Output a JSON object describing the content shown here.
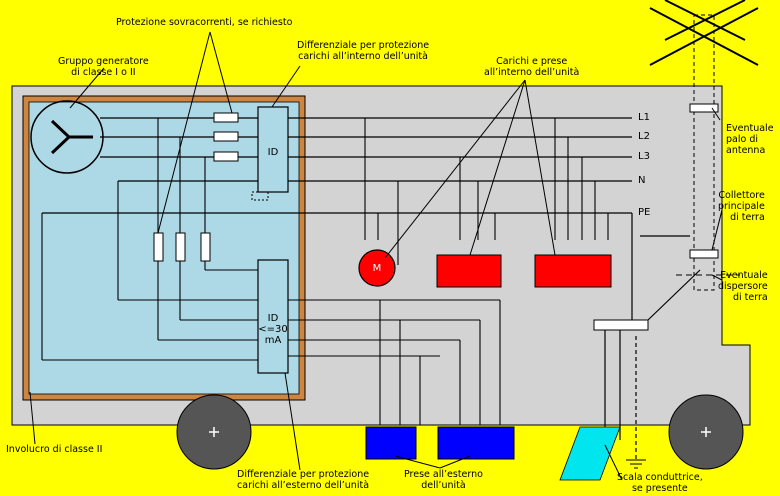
{
  "labels": {
    "overcurrent": "Protezione sovracorrenti, se richiesto",
    "generator": "Gruppo generatore\ndi classe I o II",
    "rcd_internal": "Differenziale per protezione\ncarichi all’interno dell’unità",
    "loads_internal": "Carichi e prese\nall’interno dell’unità",
    "antenna": "Eventuale\npalo di\nantenna",
    "earth_collector": "Collettore\nprincipale\ndi terra",
    "earth_electrode": "Eventuale\ndispersore\ndi terra",
    "enclosure": "Involucro di classe II",
    "rcd_external": "Differenziale per protezione\ncarichi all’esterno dell’unità",
    "sockets_external": "Prese all’esterno\ndell’unità",
    "ladder": "Scala conduttrice,\nse presente"
  },
  "lines": {
    "l1": "L1",
    "l2": "L2",
    "l3": "L3",
    "n": "N",
    "pe": "PE"
  },
  "devices": {
    "id1": "ID",
    "id2": "ID\n<=30\nmA",
    "motor": "M"
  },
  "colors": {
    "background": "#ffff00",
    "unit": "#d3d3d3",
    "generator_area": "#add8e6",
    "enclosure_border": "#cd853f",
    "internal_load": "#ff0000",
    "external_socket": "#0000ff",
    "ladder": "#00e5ee",
    "wheel": "#555555"
  }
}
